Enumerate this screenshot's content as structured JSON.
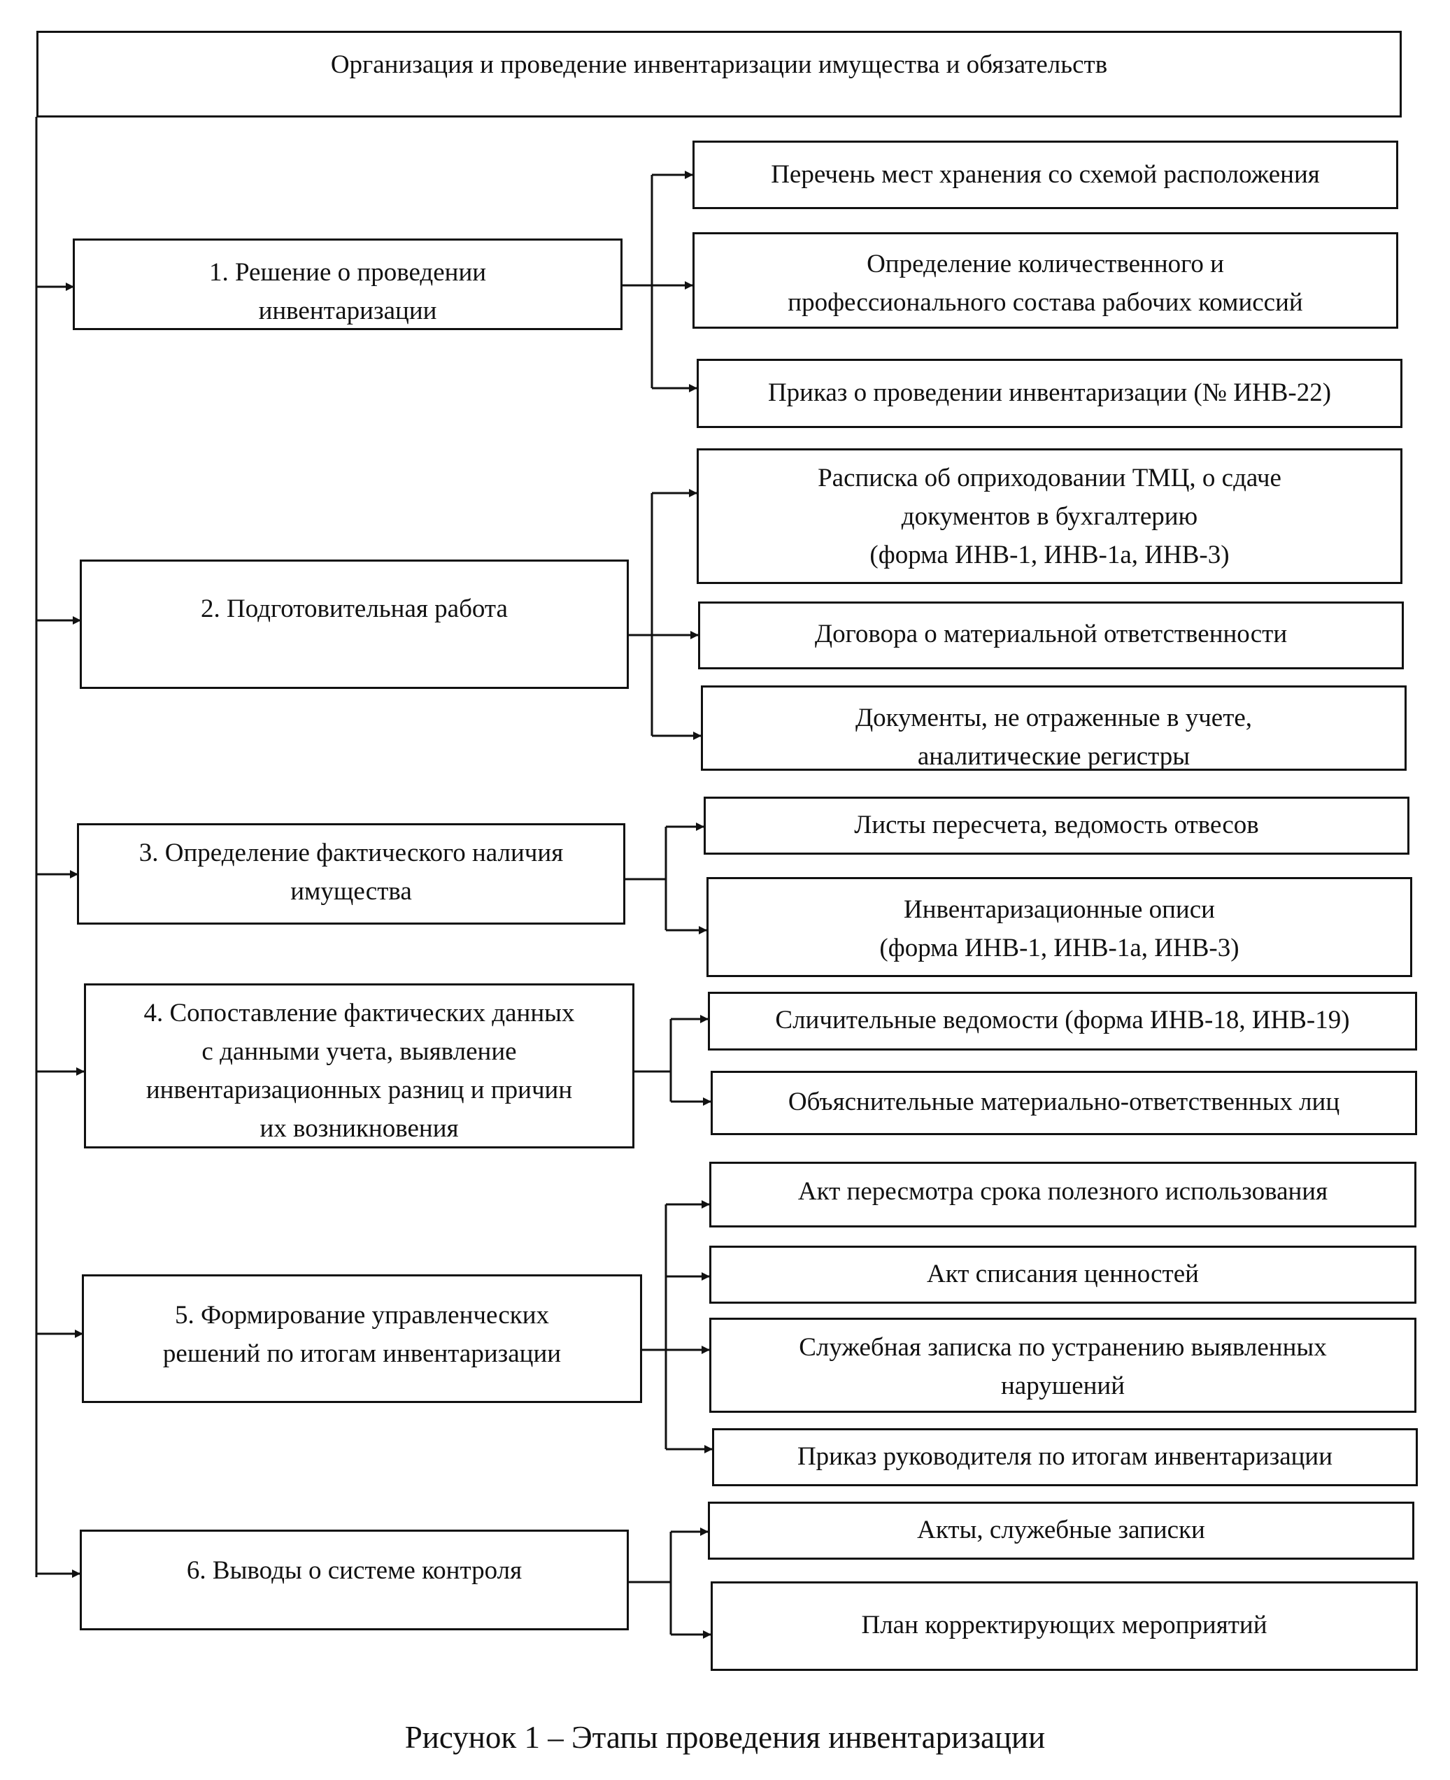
{
  "title": "Организация и проведение инвентаризации имущества и обязательств",
  "stages": [
    {
      "label": "1. Решение о проведении\nинвентаризации",
      "items": [
        "Перечень мест хранения со схемой расположения",
        "Определение количественного и\nпрофессионального состава рабочих комиссий",
        "Приказ о проведении инвентаризации (№ ИНВ-22)"
      ]
    },
    {
      "label": "2. Подготовительная работа",
      "items": [
        "Расписка об оприходовании ТМЦ, о сдаче\nдокументов в бухгалтерию\n(форма ИНВ-1, ИНВ-1а, ИНВ-3)",
        "Договора о материальной ответственности",
        "Документы, не отраженные в учете,\nаналитические регистры"
      ]
    },
    {
      "label": "3. Определение фактического наличия\nимущества",
      "items": [
        "Листы пересчета, ведомость отвесов",
        "Инвентаризационные описи\n(форма ИНВ-1, ИНВ-1а, ИНВ-3)"
      ]
    },
    {
      "label": "4. Сопоставление фактических данных\nс данными учета, выявление\nинвентаризационных разниц и причин\nих возникновения",
      "items": [
        "Сличительные ведомости (форма ИНВ-18, ИНВ-19)",
        "Объяснительные материально-ответственных лиц"
      ]
    },
    {
      "label": "5. Формирование управленческих\nрешений по итогам инвентаризации",
      "items": [
        "Акт пересмотра срока полезного использования",
        "Акт списания ценностей",
        "Служебная записка по устранению выявленных\nнарушений",
        "Приказ руководителя по итогам инвентаризации"
      ]
    },
    {
      "label": "6. Выводы о системе контроля",
      "items": [
        "Акты, служебные записки",
        "План корректирующих мероприятий"
      ]
    }
  ],
  "caption": "Рисунок 1 – Этапы проведения инвентаризации"
}
